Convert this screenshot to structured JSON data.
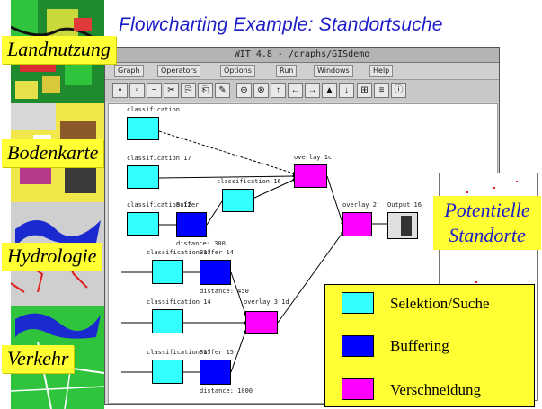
{
  "title": "Flowcharting Example: Standortsuche",
  "layers": [
    "Landnutzung",
    "Bodenkarte",
    "Hydrologie",
    "Verkehr"
  ],
  "window": {
    "title": "WIT 4.8 - /graphs/GISdemo",
    "menus": [
      "Graph",
      "Operators",
      "Options",
      "Run",
      "Windows",
      "Help"
    ]
  },
  "nodes": {
    "classification_a": "classification",
    "classification_b": "classification 17",
    "classification_c": "classification 12",
    "buffer_a": "Buffer",
    "buffer_a_sub": "distance: 300",
    "classification_d": "classification 16",
    "overlay_a": "overlay 1c",
    "overlay_b": "overlay 2",
    "output": "Output 16",
    "classification_e": "classification 13",
    "buffer_b": "Buffer 14",
    "buffer_b_sub": "distance: 450",
    "classification_f": "classification 14",
    "overlay_c": "overlay 3 1d",
    "classification_g": "classification 15",
    "buffer_c": "Buffer 15",
    "buffer_c_sub": "distance: 1000"
  },
  "result_label_line1": "Potentielle",
  "result_label_line2": "Standorte",
  "legend": [
    {
      "label": "Selektion/Suche",
      "color": "#33ffff"
    },
    {
      "label": "Buffering",
      "color": "#0000ff"
    },
    {
      "label": "Verschneidung",
      "color": "#ff00ff"
    }
  ]
}
